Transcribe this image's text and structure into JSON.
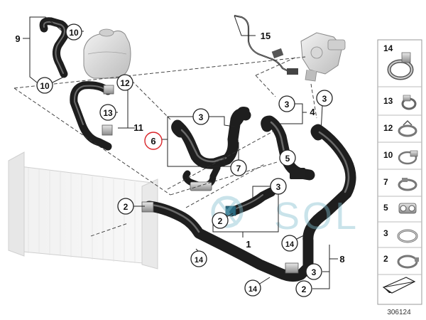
{
  "diagram_id": "306124",
  "watermark": "SOL",
  "callouts": {
    "c9": "9",
    "c10a": "10",
    "c10b": "10",
    "c12": "12",
    "c13": "13",
    "c11": "11",
    "c15": "15",
    "c6": "6",
    "c3a": "3",
    "c7": "7",
    "c3b": "3",
    "c4": "4",
    "c3c": "3",
    "c5": "5",
    "c2a": "2",
    "c3d": "3",
    "c2b": "2",
    "c1": "1",
    "c14a": "14",
    "c14b": "14",
    "c14c": "14",
    "c8": "8",
    "c3e": "3",
    "c2c": "2"
  },
  "parts_panel": [
    "14",
    "13",
    "12",
    "10",
    "7",
    "5",
    "3",
    "2"
  ],
  "icons": {
    "panel": [
      "hose-clamp-large-icon",
      "spring-clamp-icon",
      "ear-clamp-icon",
      "wire-clamp-icon",
      "snap-clamp-icon",
      "double-clip-icon",
      "band-clamp-icon",
      "band-clamp-small-icon",
      "arrow-tool-icon"
    ]
  },
  "highlight_color": "#d9252a"
}
